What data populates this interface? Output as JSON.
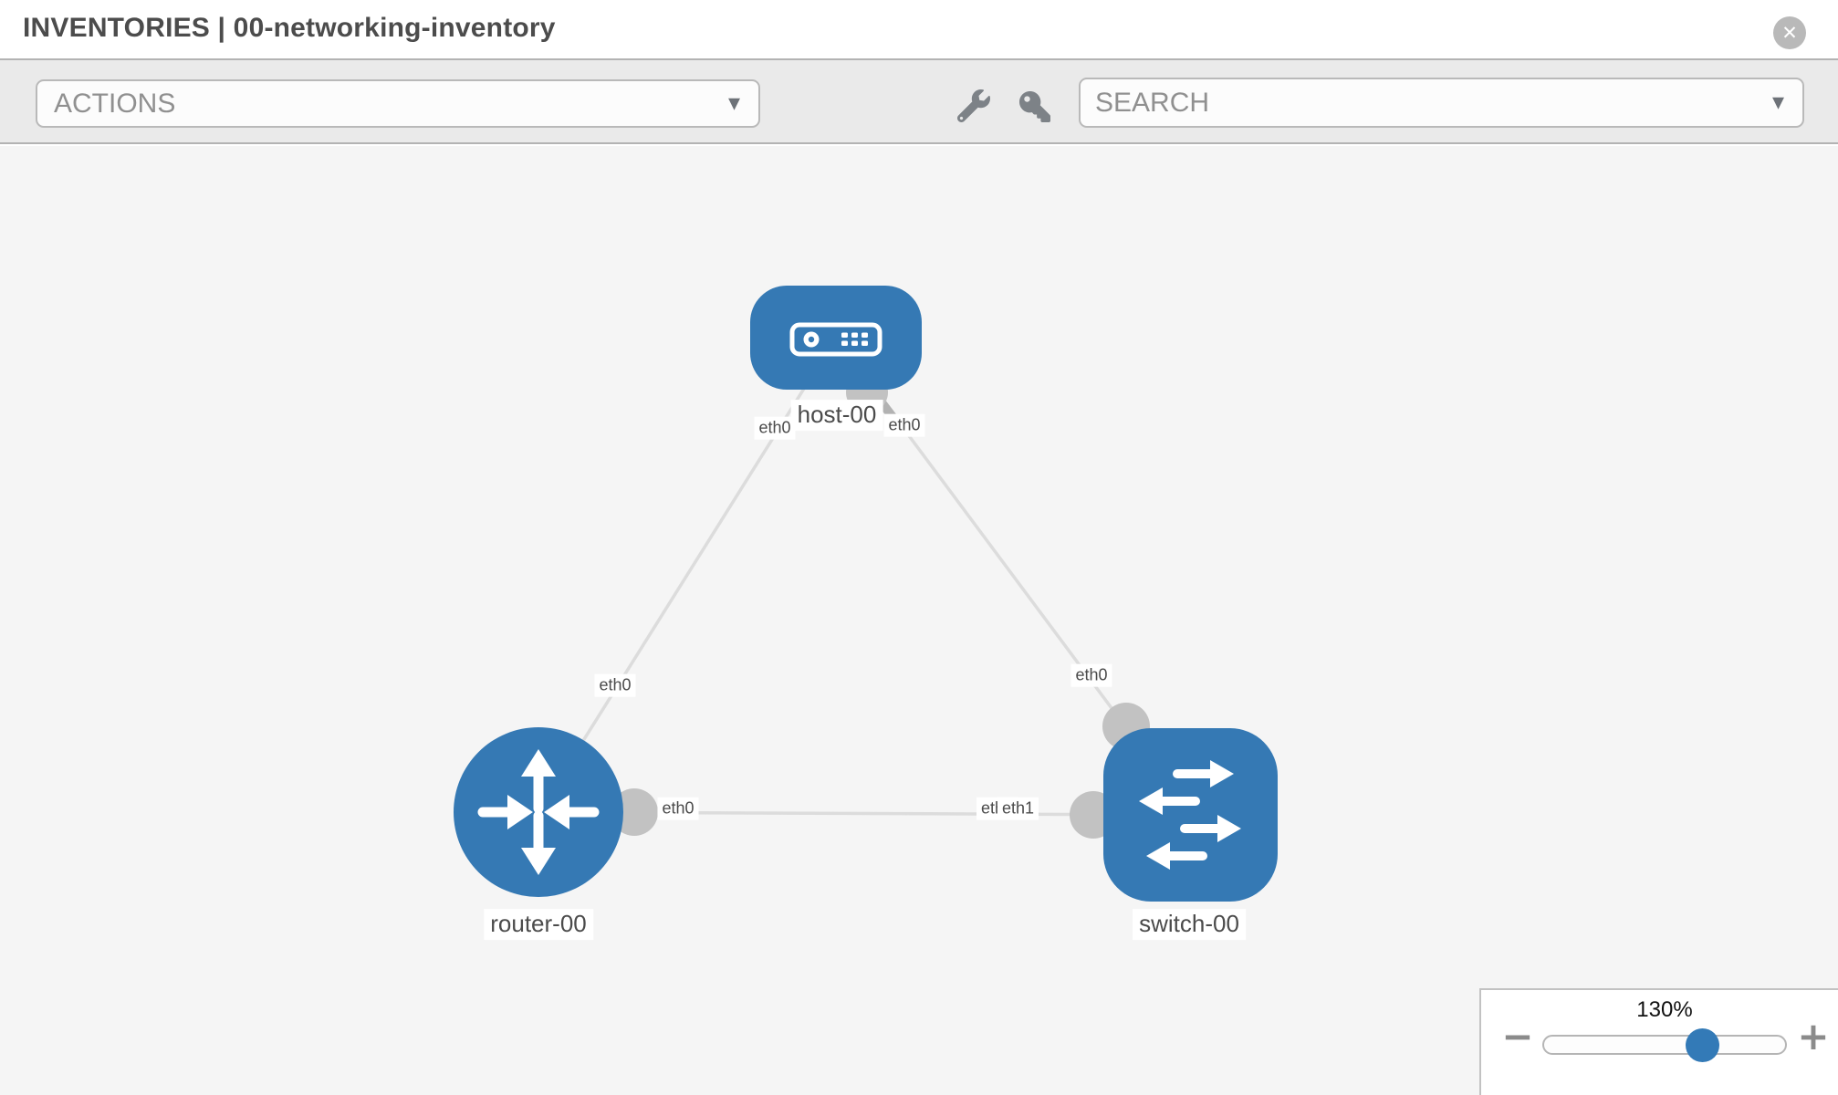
{
  "header": {
    "title": "INVENTORIES | 00-networking-inventory"
  },
  "toolbar": {
    "actions_label": "ACTIONS",
    "search_placeholder": "SEARCH"
  },
  "icons": {
    "close": "✕",
    "caret_down": "▾",
    "minus": "−",
    "plus": "+",
    "wrench": "wrench-icon",
    "key": "key-icon",
    "host": "host-device-icon",
    "router": "router-arrows-icon",
    "switch": "switch-arrows-icon"
  },
  "colors": {
    "node_blue": "#3579b4",
    "slider_blue": "#337ab7",
    "link_gray": "#dcdcdc",
    "endpoint_gray": "#c2c2c2",
    "canvas_bg": "#f5f5f5"
  },
  "topology": {
    "nodes": [
      {
        "label": "host-00",
        "type": "host"
      },
      {
        "label": "router-00",
        "type": "router"
      },
      {
        "label": "switch-00",
        "type": "switch"
      }
    ],
    "links": [
      {
        "from": "host-00",
        "to": "router-00"
      },
      {
        "from": "host-00",
        "to": "switch-00"
      },
      {
        "from": "router-00",
        "to": "switch-00"
      }
    ],
    "interface_labels": {
      "host_left": "eth0",
      "host_right": "eth0",
      "router_to_host": "eth0",
      "switch_to_host": "eth0",
      "router_to_switch": "eth0",
      "switch_to_router_under": "eth0",
      "switch_to_router_over": "eth1"
    }
  },
  "zoom_control": {
    "level": "130%"
  }
}
